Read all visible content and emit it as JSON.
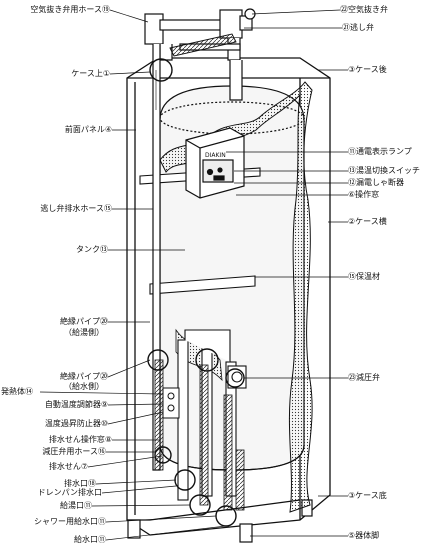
{
  "labels_left": {
    "air_vent_hose": "空気抜き弁用ホース⑲",
    "case_top": "ケース上①",
    "front_panel": "前面パネル④",
    "relief_drain_hose": "逃し弁排水ホース⑮",
    "tank": "タンク⑬",
    "insulated_pipe_hot": "絶縁パイプ⑳",
    "insulated_pipe_hot_note": "（給湯側）",
    "insulated_pipe_water": "絶縁パイプ⑳",
    "insulated_pipe_water_note": "（給水側）",
    "heater": "発熱体⑭",
    "auto_thermostat": "自動温度調節器⑨",
    "overheat_protector": "温度過昇防止器⑩",
    "drain_plug_window": "排水せん操作窓⑧",
    "reducing_valve_hose": "減圧弁用ホース⑯",
    "drain_plug": "排水せん⑦",
    "drain_outlet": "排水口⑱",
    "drain_pan_outlet": "ドレンパン排水口",
    "hot_water_outlet": "給湯口⑪",
    "shower_supply": "シャワー用給水口⑪",
    "water_inlet": "給水口⑪"
  },
  "labels_right": {
    "air_vent_valve": "空気抜き弁",
    "relief_valve": "逃し弁",
    "case_back": "ケース後",
    "power_lamp": "通電表示ランプ",
    "changeover_switch": "湯温切換スイッチ",
    "leakage_breaker": "漏電しゃ断器",
    "operation_window": "操作窓",
    "case_side": "ケース横",
    "insulation": "保温材",
    "reducing_valve": "減圧弁",
    "case_bottom": "ケース底",
    "leg": "器体脚"
  },
  "nums_right": {
    "air_vent_valve": "㉒",
    "relief_valve": "㉑",
    "case_back": "③",
    "power_lamp": "⑪",
    "changeover_switch": "⑬",
    "leakage_breaker": "⑫",
    "operation_window": "⑥",
    "case_side": "②",
    "insulation": "⑮",
    "reducing_valve": "㉓",
    "case_bottom": "③",
    "leg": "⑤"
  },
  "panel_text": "DIAKIN"
}
